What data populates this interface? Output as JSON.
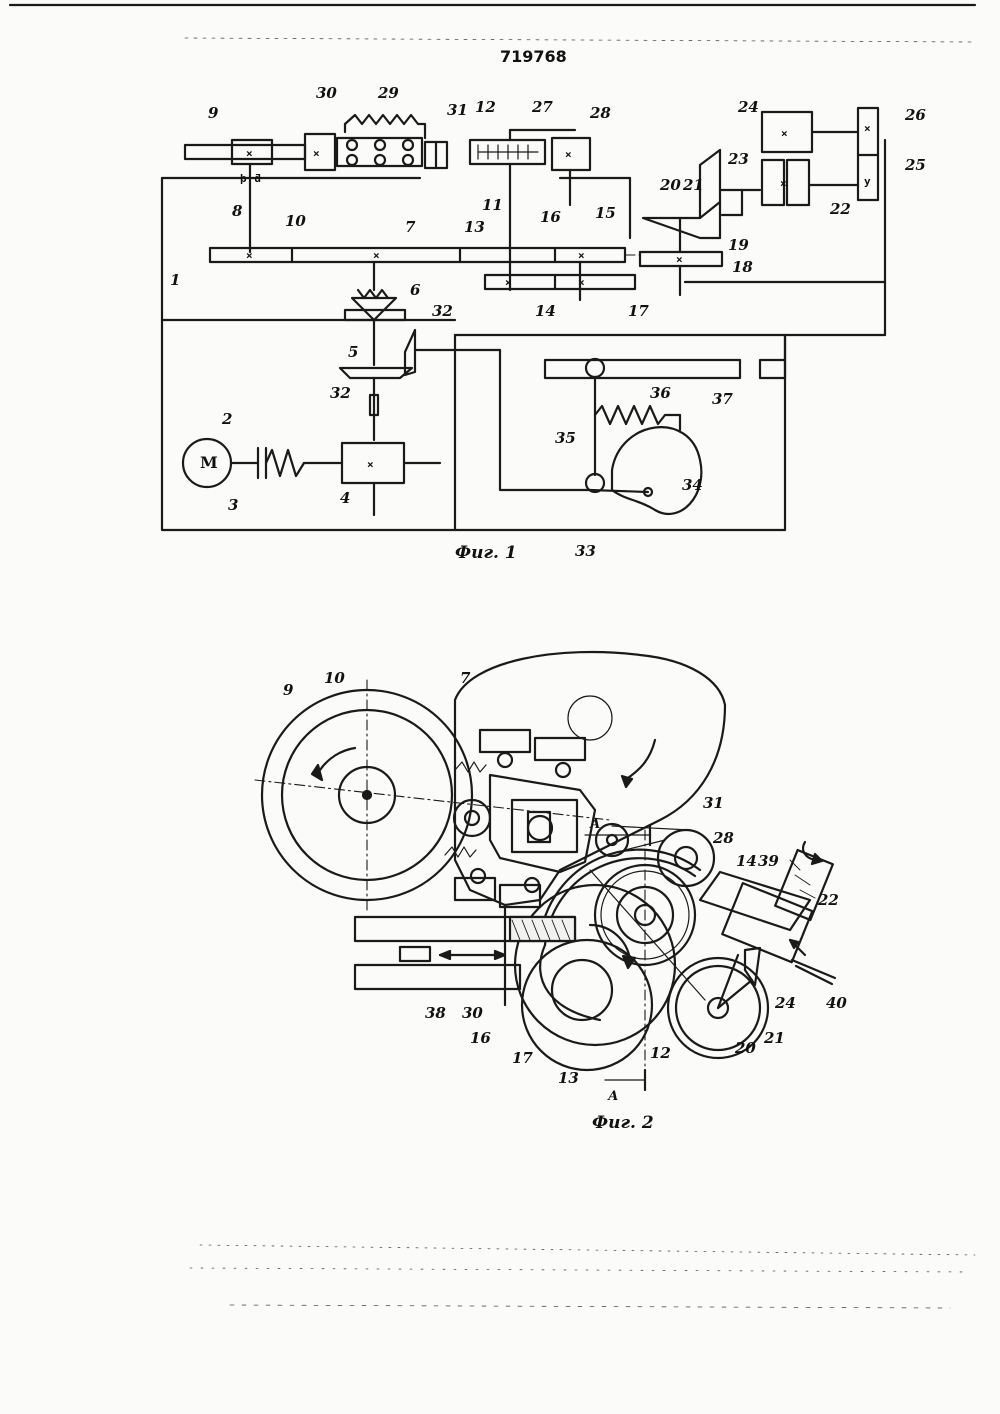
{
  "document": {
    "patent_number": "719768"
  },
  "figure1": {
    "caption": "Фиг. 1",
    "motor_symbol": "М",
    "labels": [
      "1",
      "2",
      "3",
      "4",
      "5",
      "6",
      "7",
      "8",
      "9",
      "10",
      "11",
      "12",
      "13",
      "14",
      "15",
      "16",
      "17",
      "18",
      "19",
      "20",
      "21",
      "22",
      "23",
      "24",
      "25",
      "26",
      "27",
      "28",
      "29",
      "30",
      "31",
      "32",
      "32",
      "33",
      "34",
      "35",
      "36",
      "37"
    ]
  },
  "figure2": {
    "caption": "Фиг. 2",
    "section_mark": "А",
    "labels": [
      "7",
      "9",
      "10",
      "12",
      "13",
      "14",
      "16",
      "17",
      "20",
      "21",
      "22",
      "24",
      "28",
      "30",
      "31",
      "38",
      "39",
      "40"
    ]
  }
}
